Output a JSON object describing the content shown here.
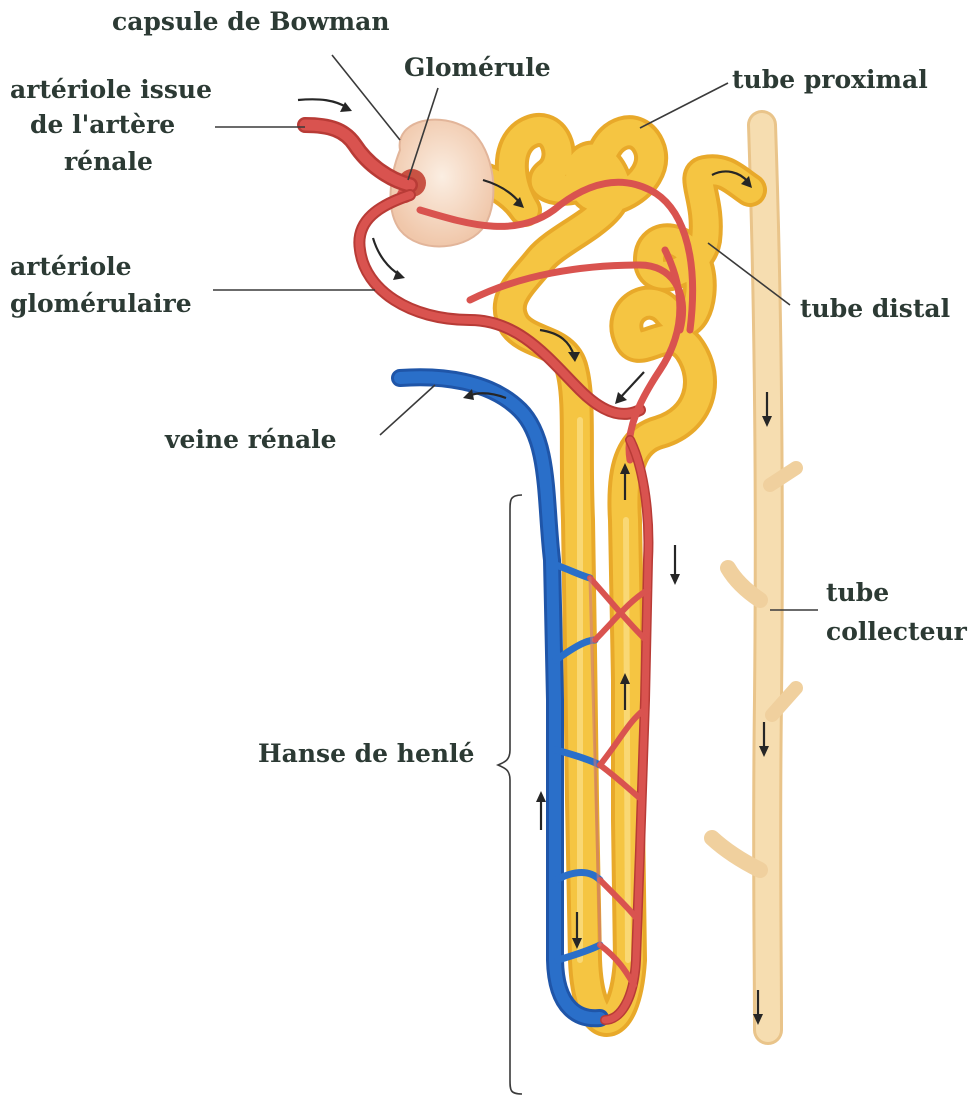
{
  "labels": {
    "capsule": "capsule de Bowman",
    "glomerule": "Glomérule",
    "arteriole_issue_l1": "artériole issue",
    "arteriole_issue_l2": "de l'artère",
    "arteriole_issue_l3": "rénale",
    "tube_proximal": "tube proximal",
    "arteriole_glom_l1": "artériole",
    "arteriole_glom_l2": "glomérulaire",
    "tube_distal": "tube distal",
    "veine": "veine rénale",
    "tube_collecteur_l1": "tube",
    "tube_collecteur_l2": "collecteur",
    "hanse": "Hanse de henlé"
  },
  "colors": {
    "artery": "#d9534f",
    "vein": "#2a6fc9",
    "tubule": "#f5c542",
    "tubule_edge": "#e8a92a",
    "collecting": "#f6ddb0",
    "collecting_edge": "#e9c48a",
    "capsule": "#f6d9c4",
    "label": "#2c3a34"
  }
}
